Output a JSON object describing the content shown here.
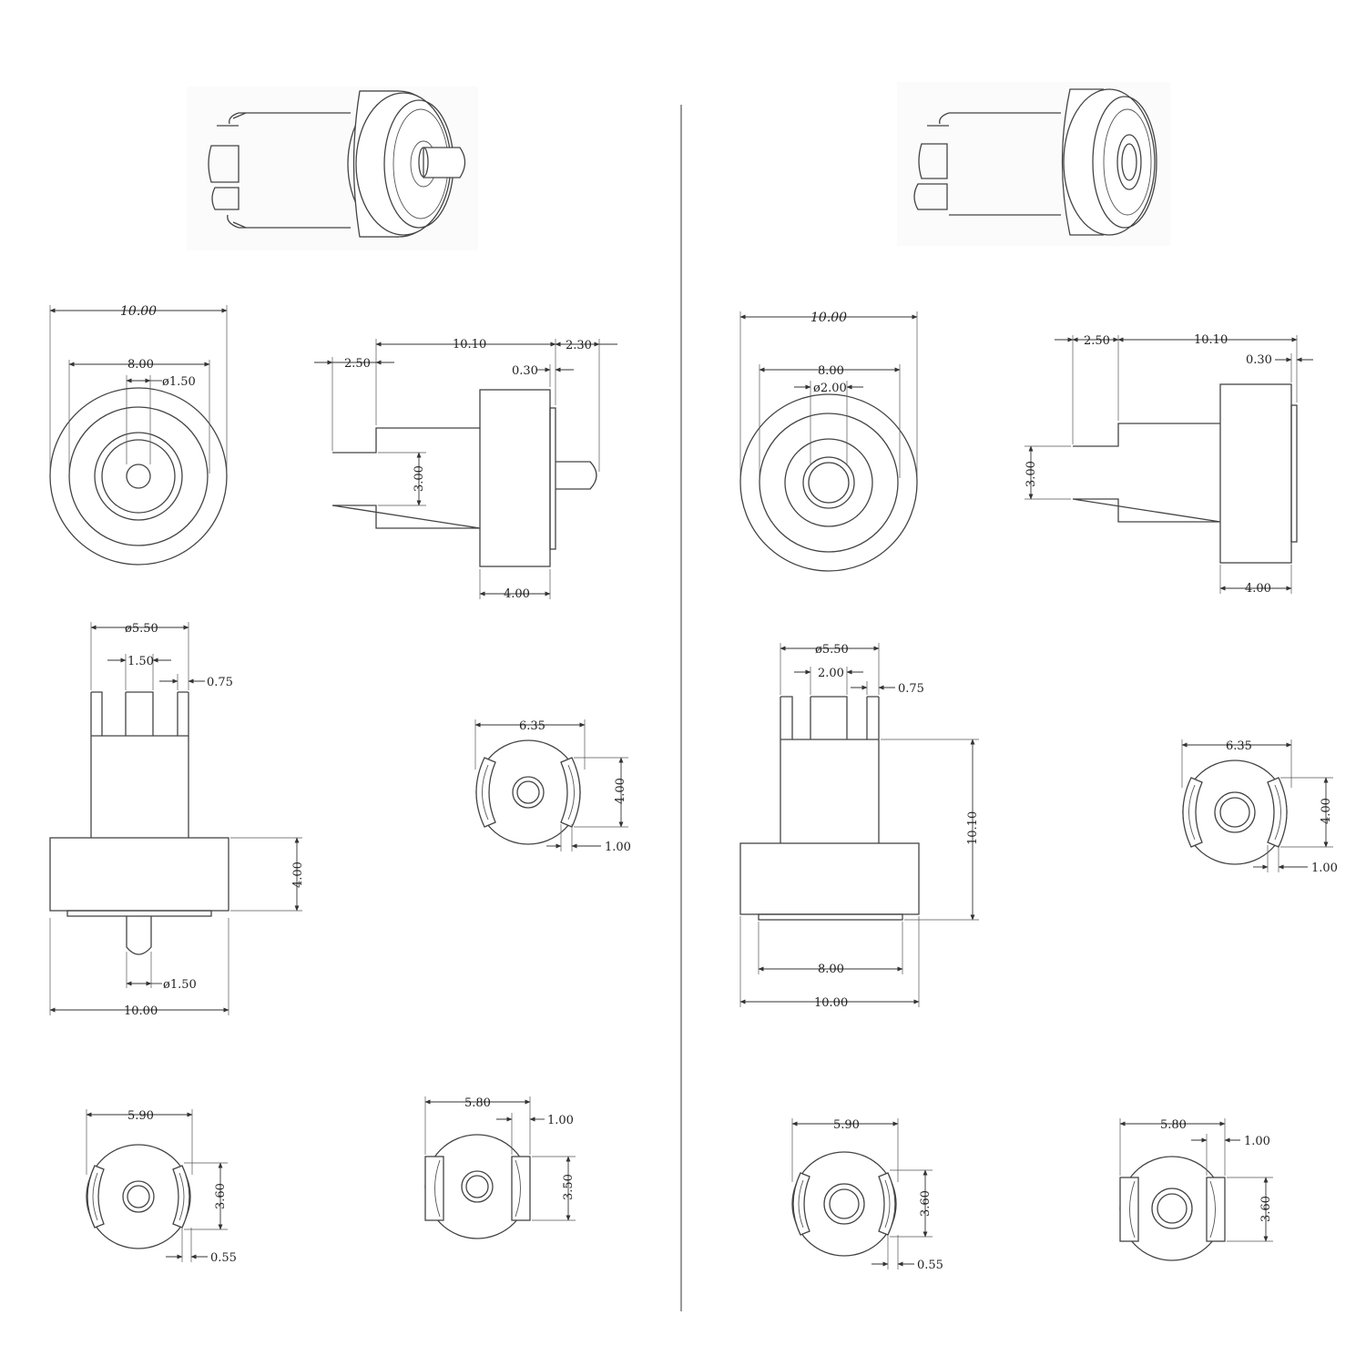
{
  "colors": {
    "line": "#444444",
    "background": "#ffffff",
    "divider": "#999999"
  },
  "left": {
    "front_view": {
      "dia_outer": "10.00",
      "dia_inner": "8.00",
      "dia_pin": "ø1.50"
    },
    "side_view": {
      "len_tail": "2.50",
      "len_body": "10.10",
      "len_pin": "2.30",
      "plate": "0.30",
      "tail_h": "3.00",
      "flange_w": "4.00"
    },
    "top_view": {
      "dia_shaft": "ø5.50",
      "slot": "1.50",
      "tab": "0.75",
      "flange_h": "4.00",
      "pin": "ø1.50",
      "width": "10.00"
    },
    "clip_a": {
      "width": "6.35",
      "height": "4.00",
      "tab": "1.00"
    },
    "clip_b": {
      "width": "5.90",
      "height": "3.60",
      "tab": "0.55"
    },
    "clip_c": {
      "width": "5.80",
      "tab": "1.00",
      "height": "3.50"
    }
  },
  "right": {
    "front_view": {
      "dia_outer": "10.00",
      "dia_inner": "8.00",
      "dia_hole": "ø2.00"
    },
    "side_view": {
      "len_tail": "2.50",
      "len_body": "10.10",
      "plate": "0.30",
      "tail_h": "3.00",
      "flange_w": "4.00"
    },
    "top_view": {
      "dia_shaft": "ø5.50",
      "slot": "2.00",
      "tab": "0.75",
      "length": "10.10",
      "inner": "8.00",
      "width": "10.00"
    },
    "clip_a": {
      "width": "6.35",
      "height": "4.00",
      "tab": "1.00"
    },
    "clip_b": {
      "width": "5.90",
      "height": "3.60",
      "tab": "0.55"
    },
    "clip_c": {
      "width": "5.80",
      "tab": "1.00",
      "height": "3.60"
    }
  }
}
